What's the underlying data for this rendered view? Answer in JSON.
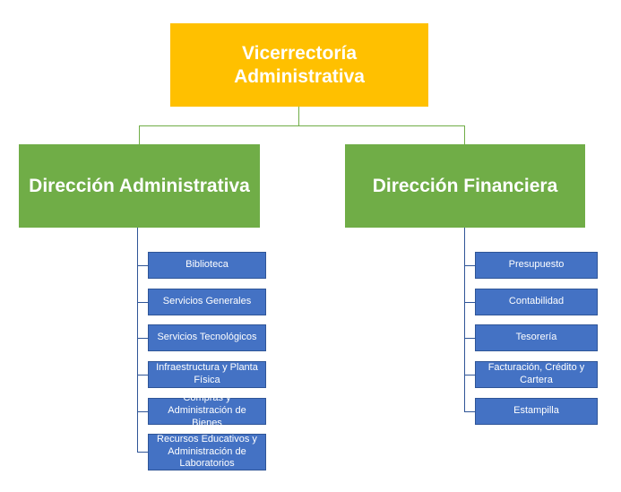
{
  "diagram": {
    "root": {
      "label": "Vicerrectoría Administrativa"
    },
    "branches": [
      {
        "label": "Dirección Administrativa",
        "children": [
          "Biblioteca",
          "Servicios Generales",
          "Servicios Tecnológicos",
          "Infraestructura y Planta Física",
          "Compras y Administración de Bienes",
          "Recursos Educativos y Administración de Laboratorios"
        ]
      },
      {
        "label": "Dirección Financiera",
        "children": [
          "Presupuesto",
          "Contabilidad",
          "Tesorería",
          "Facturación, Crédito y Cartera",
          "Estampilla"
        ]
      }
    ]
  },
  "colors": {
    "root_fill": "#FFC000",
    "branch_fill": "#70AD47",
    "leaf_fill": "#4472C4",
    "connector_green": "#70AD47",
    "connector_blue": "#2F5597"
  }
}
